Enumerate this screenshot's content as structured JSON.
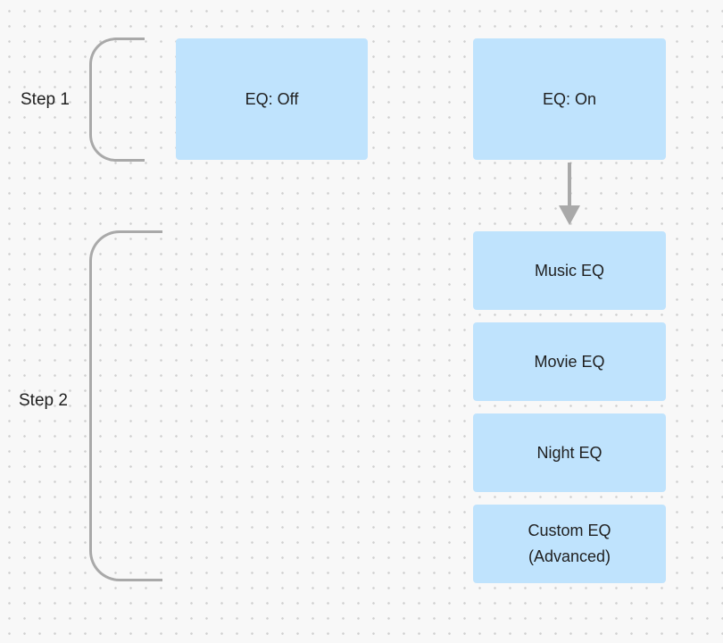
{
  "steps": [
    {
      "label": "Step 1"
    },
    {
      "label": "Step 2"
    }
  ],
  "boxes": {
    "eq_off": "EQ: Off",
    "eq_on": "EQ: On",
    "music_eq": "Music EQ",
    "movie_eq": "Movie EQ",
    "night_eq": "Night EQ",
    "custom_eq": "Custom EQ\n(Advanced)"
  },
  "colors": {
    "box_fill": "#bfe3fd",
    "bracket": "#a9a9a9",
    "arrow": "#a9a9a9",
    "text": "#1f1f1f",
    "background": "#f8f8f8"
  }
}
